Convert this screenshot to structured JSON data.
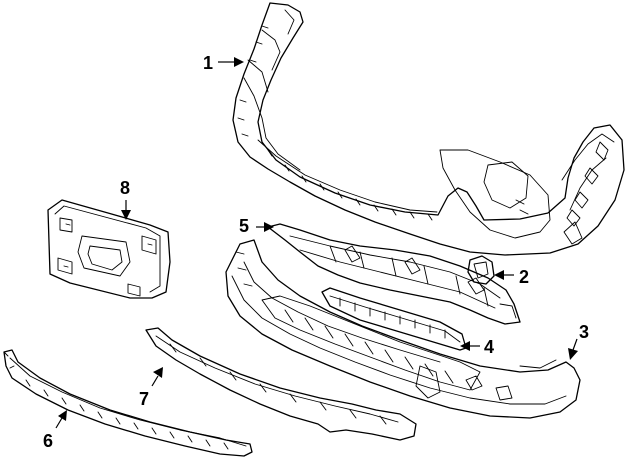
{
  "diagram": {
    "type": "exploded parts diagram",
    "callouts": [
      {
        "id": "1",
        "label": "1",
        "part": "bumper-cover"
      },
      {
        "id": "2",
        "label": "2",
        "part": "bracket-small"
      },
      {
        "id": "3",
        "label": "3",
        "part": "lower-bumper-cover"
      },
      {
        "id": "4",
        "label": "4",
        "part": "lower-grille-strip"
      },
      {
        "id": "5",
        "label": "5",
        "part": "reinforcement-bracket"
      },
      {
        "id": "6",
        "label": "6",
        "part": "lower-trim-strip"
      },
      {
        "id": "7",
        "label": "7",
        "part": "lip-spoiler"
      },
      {
        "id": "8",
        "label": "8",
        "part": "license-plate-bracket"
      }
    ]
  }
}
